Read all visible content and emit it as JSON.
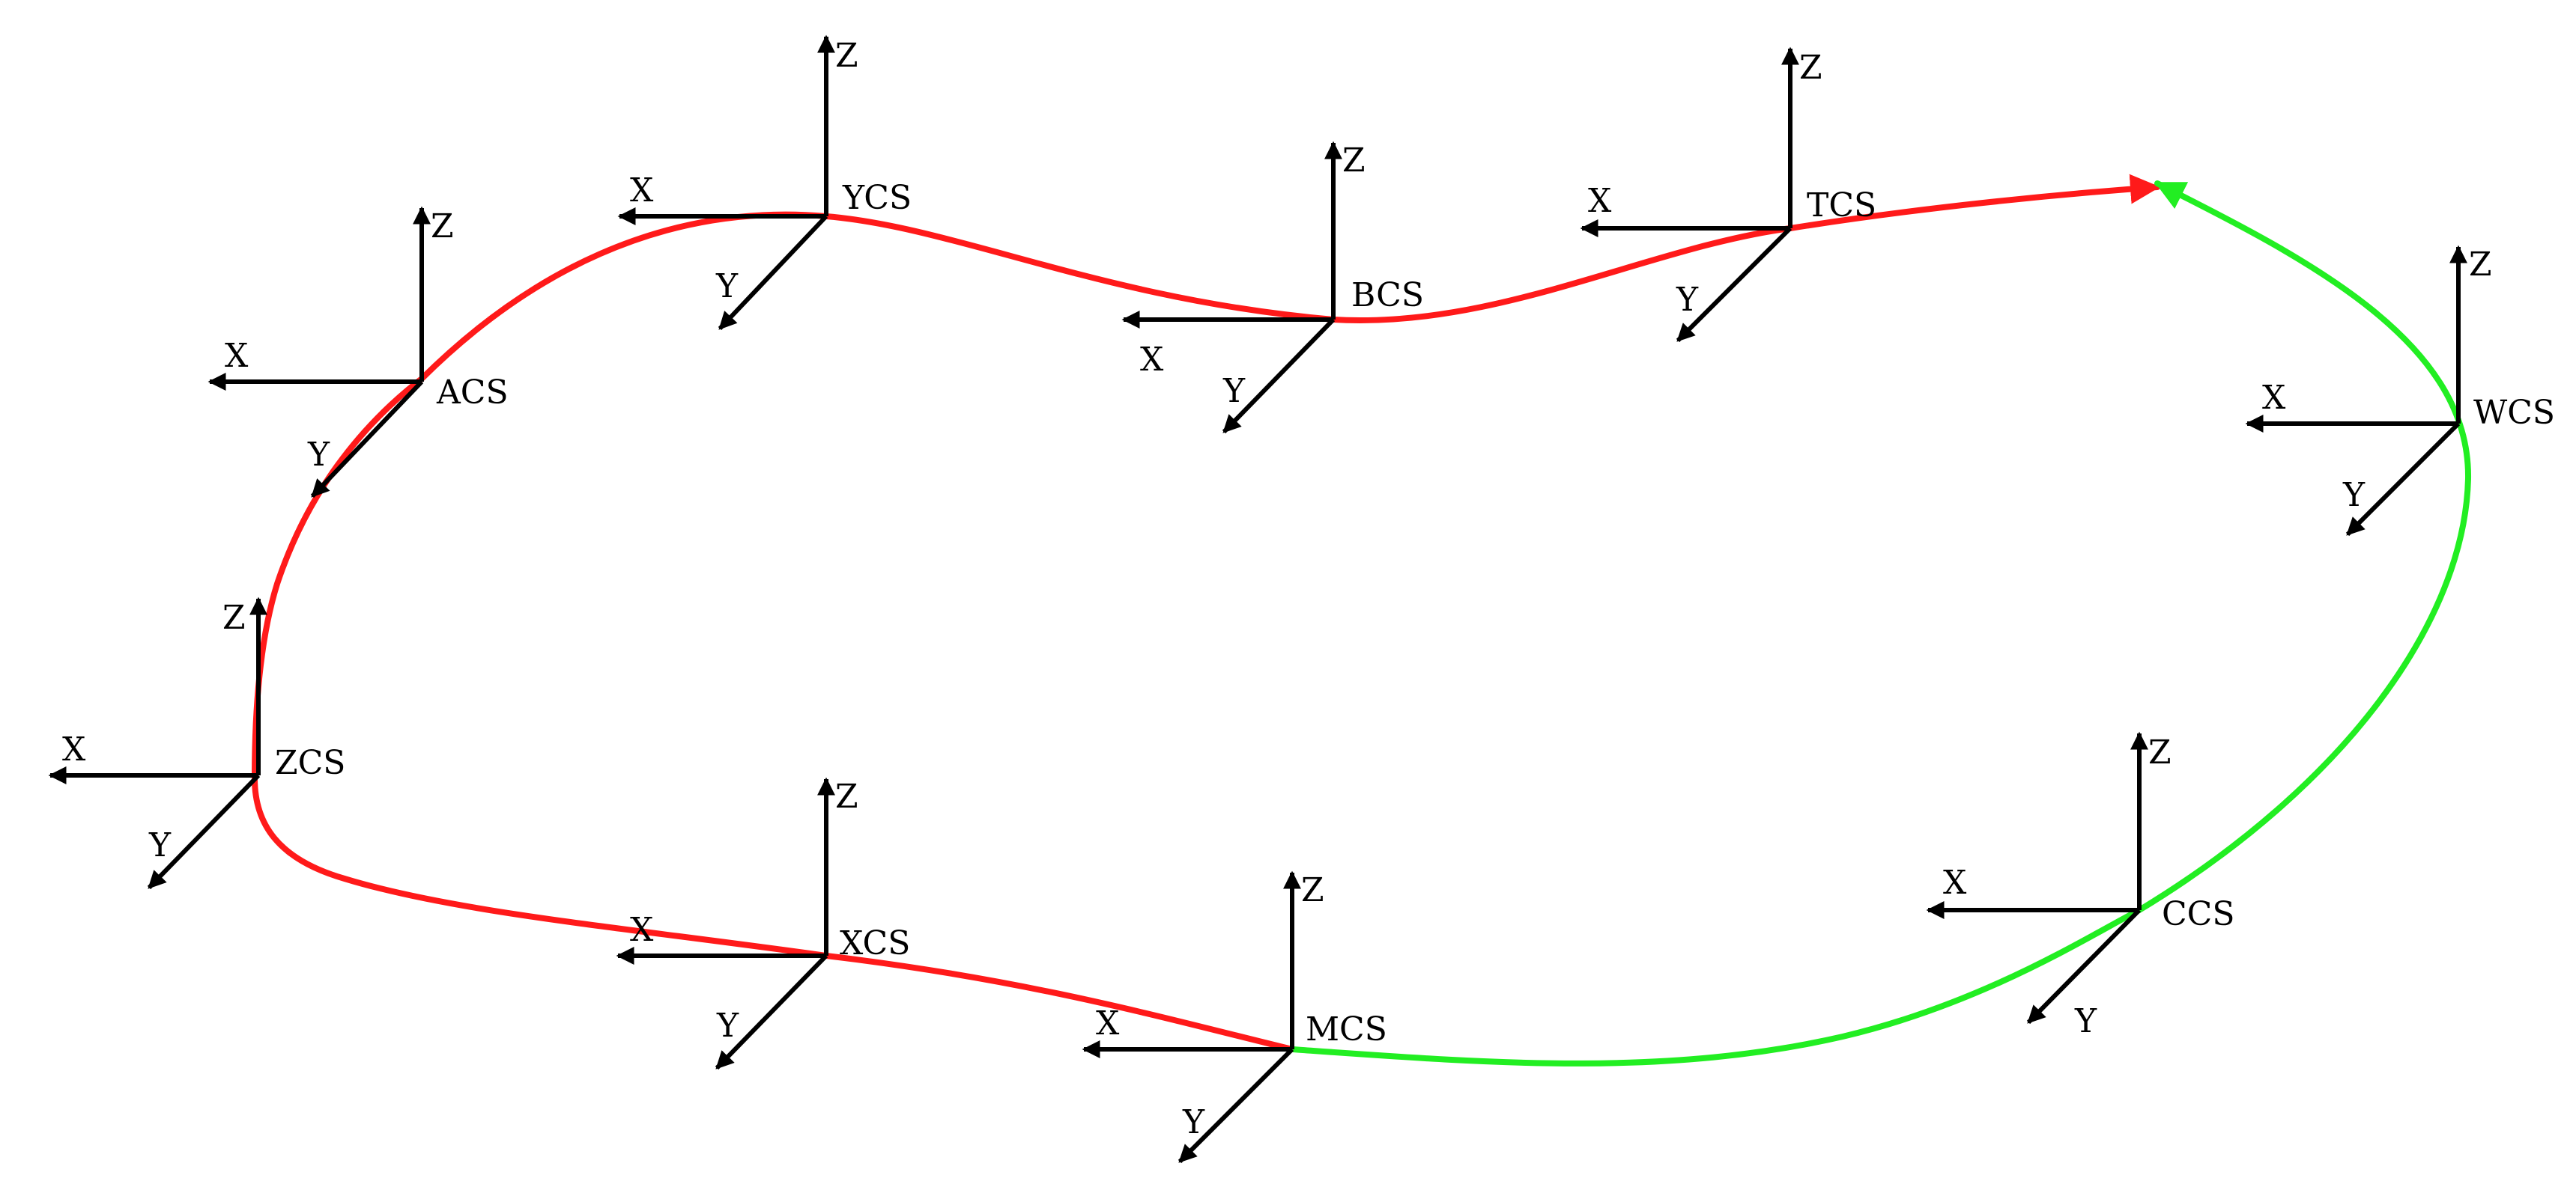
{
  "colors": {
    "path_red": "#ff1a1a",
    "path_green": "#22ee22",
    "axes": "#000000"
  },
  "frames": [
    {
      "id": "acs",
      "name": "ACS",
      "x_label": "X",
      "y_label": "Y",
      "z_label": "Z"
    },
    {
      "id": "ycs",
      "name": "YCS",
      "x_label": "X",
      "y_label": "Y",
      "z_label": "Z"
    },
    {
      "id": "bcs",
      "name": "BCS",
      "x_label": "X",
      "y_label": "Y",
      "z_label": "Z"
    },
    {
      "id": "tcs",
      "name": "TCS",
      "x_label": "X",
      "y_label": "Y",
      "z_label": "Z"
    },
    {
      "id": "wcs",
      "name": "WCS",
      "x_label": "X",
      "y_label": "Y",
      "z_label": "Z"
    },
    {
      "id": "zcs",
      "name": "ZCS",
      "x_label": "X",
      "y_label": "Y",
      "z_label": "Z"
    },
    {
      "id": "xcs",
      "name": "XCS",
      "x_label": "X",
      "y_label": "Y",
      "z_label": "Z"
    },
    {
      "id": "mcs",
      "name": "MCS",
      "x_label": "X",
      "y_label": "Y",
      "z_label": "Z"
    },
    {
      "id": "ccs",
      "name": "CCS",
      "x_label": "X",
      "y_label": "Y",
      "z_label": "Z"
    }
  ]
}
